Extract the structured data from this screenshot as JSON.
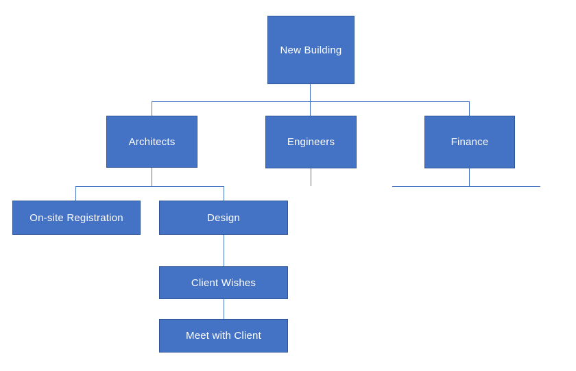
{
  "diagram": {
    "type": "org-flowchart",
    "nodes": {
      "new_building": {
        "label": "New Building"
      },
      "architects": {
        "label": "Architects"
      },
      "engineers": {
        "label": "Engineers"
      },
      "finance": {
        "label": "Finance"
      },
      "onsite_registration": {
        "label": "On-site Registration"
      },
      "design": {
        "label": "Design"
      },
      "client_wishes": {
        "label": "Client Wishes"
      },
      "meet_with_client": {
        "label": "Meet with Client"
      }
    },
    "edges": [
      {
        "from": "new_building",
        "to": "architects"
      },
      {
        "from": "new_building",
        "to": "engineers"
      },
      {
        "from": "new_building",
        "to": "finance"
      },
      {
        "from": "architects",
        "to": "onsite_registration"
      },
      {
        "from": "architects",
        "to": "design"
      },
      {
        "from": "design",
        "to": "client_wishes"
      },
      {
        "from": "client_wishes",
        "to": "meet_with_client"
      },
      {
        "from": "engineers",
        "to": "(unattached stub)"
      },
      {
        "from": "finance",
        "to": "(unattached branch line)"
      }
    ],
    "colors": {
      "node_fill": "#4472C4",
      "node_border": "#2F5597",
      "connector": "#4472C4",
      "text": "#FFFFFF",
      "background": "#FFFFFF"
    }
  }
}
